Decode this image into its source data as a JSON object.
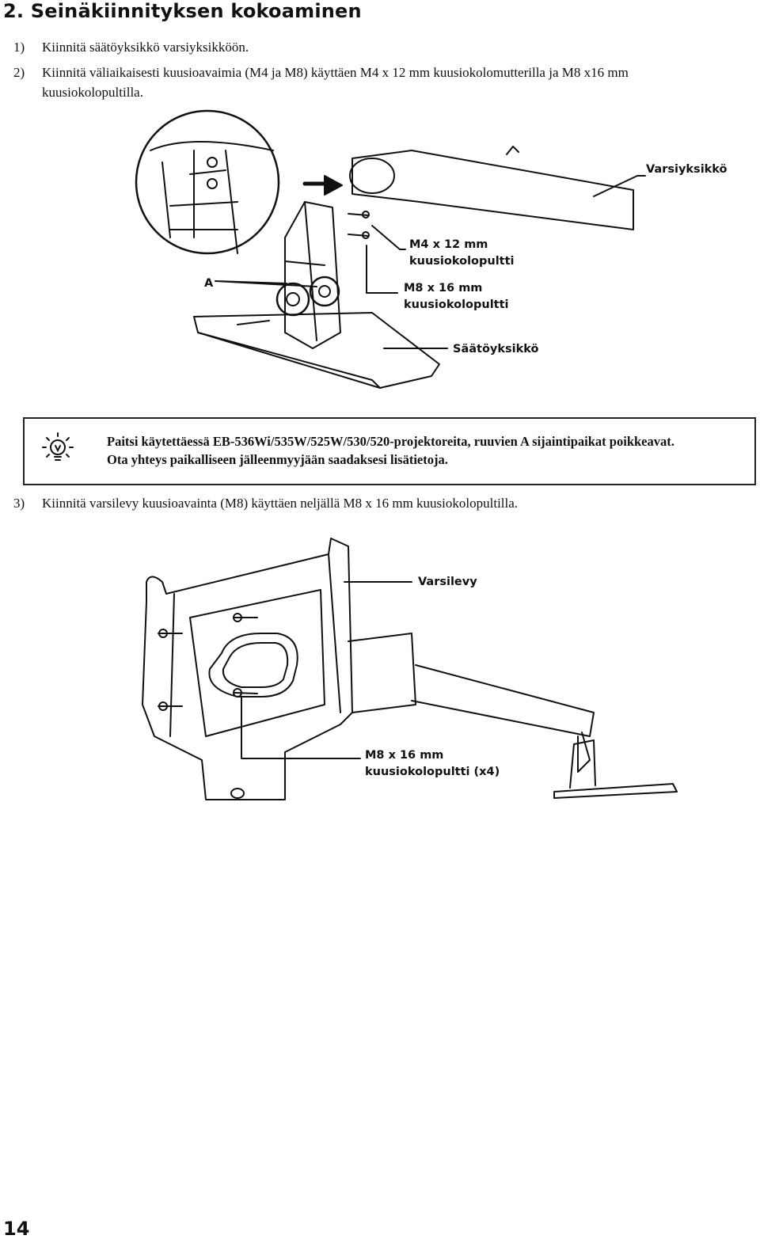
{
  "heading": "2.  Seinäkiinnityksen kokoaminen",
  "steps": [
    {
      "num": "1)",
      "text": "Kiinnitä säätöyksikkö varsiyksikköön."
    },
    {
      "num": "2)",
      "text": "Kiinnitä väliaikaisesti kuusioavaimia (M4 ja M8) käyttäen M4 x 12 mm kuusiokolomutterilla ja M8 x16 mm",
      "text2": "kuusiokolopultilla."
    },
    {
      "num": "3)",
      "text": "Kiinnitä varsilevy kuusioavainta (M8) käyttäen neljällä M8 x 16 mm kuusiokolopultilla."
    }
  ],
  "figure1": {
    "label_arm_unit": "Varsiyksikkö",
    "label_m4_line1": "M4 x 12 mm",
    "label_m4_line2": "kuusiokolopultti",
    "label_a": "A",
    "label_m8_line1": "M8 x 16 mm",
    "label_m8_line2": "kuusiokolopultti",
    "label_adjust_unit": "Säätöyksikkö"
  },
  "tip": {
    "icon": "lightbulb-icon",
    "line1": "Paitsi käytettäessä EB-536Wi/535W/525W/530/520-projektoreita, ruuvien A sijaintipaikat poikkeavat.",
    "line2": "Ota yhteys paikalliseen jälleenmyyjään saadaksesi lisätietoja."
  },
  "figure2": {
    "label_arm_plate": "Varsilevy",
    "label_bolts_line1": "M8 x 16 mm",
    "label_bolts_line2": "kuusiokolopultti (x4)"
  },
  "page_number": "14"
}
